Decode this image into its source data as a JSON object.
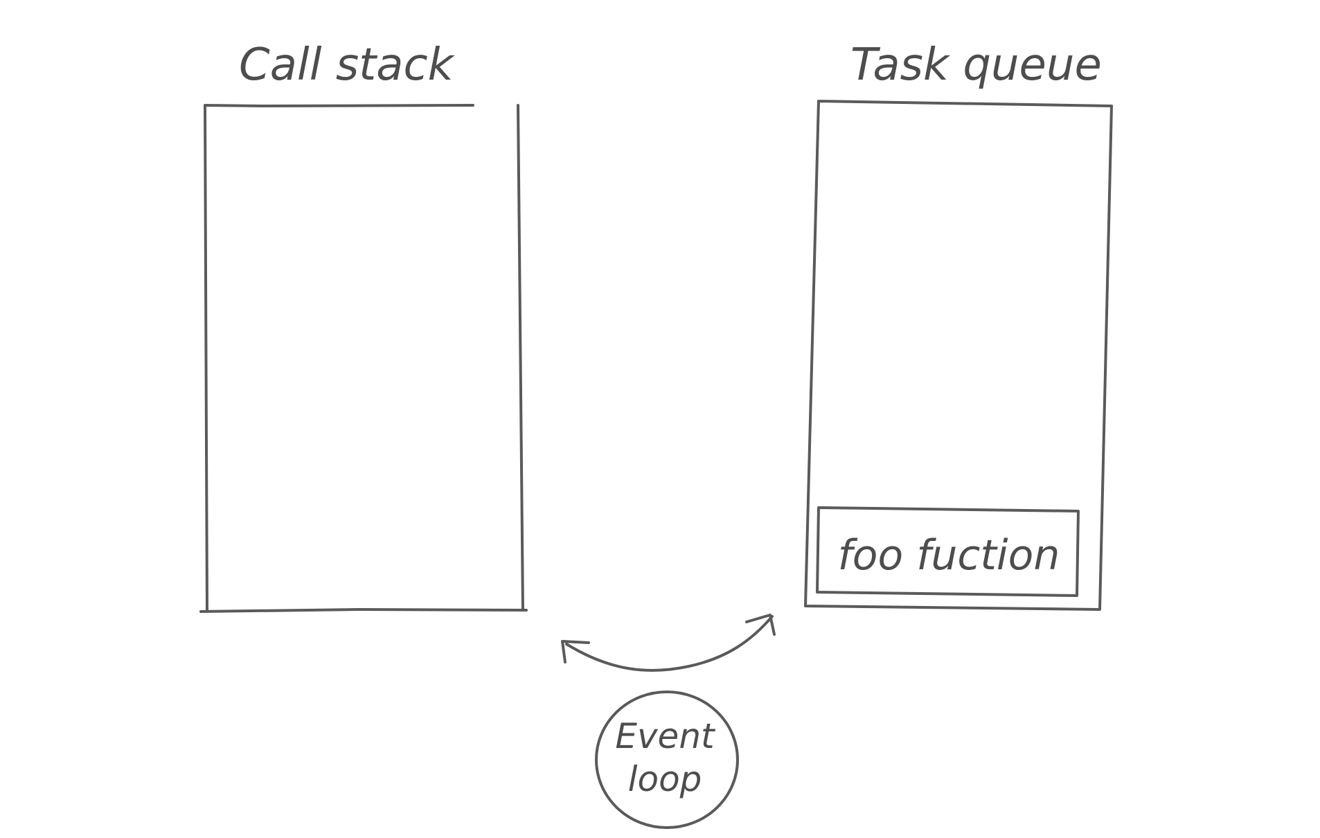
{
  "diagram": {
    "call_stack": {
      "title": "Call stack"
    },
    "task_queue": {
      "title": "Task queue",
      "items": [
        {
          "label": "foo fuction"
        }
      ]
    },
    "event_loop": {
      "line1": "Event",
      "line2": "loop"
    },
    "colors": {
      "stroke": "#5a5a5a",
      "text": "#4d4d4d",
      "background": "#ffffff"
    }
  }
}
